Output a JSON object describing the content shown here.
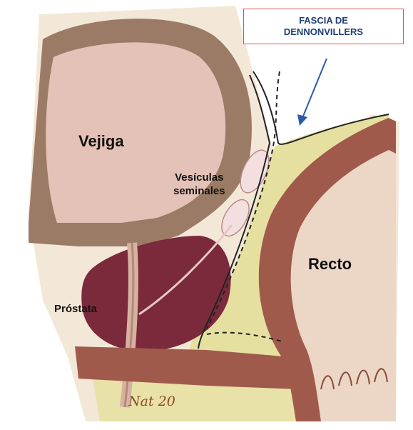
{
  "labels": {
    "vejiga": "Vejiga",
    "vesiculas_line1": "Vesículas",
    "vesiculas_line2": "seminales",
    "prostata": "Próstata",
    "recto": "Recto"
  },
  "callout": {
    "line1": "FASCIA DE",
    "line2": "DENNONVILLERS"
  },
  "signature": "Nat 20",
  "colors": {
    "bladder_wall": "#9c7b66",
    "bladder_lumen": "#e4c2b8",
    "prostate": "#7b2a3b",
    "rectum_wall": "#a05a4c",
    "rectum_lumen": "#ecd6c6",
    "fat": "#e6e0a0",
    "callout_border": "#d9534f",
    "callout_text": "#1f3e78",
    "arrow": "#2a5aa8"
  }
}
